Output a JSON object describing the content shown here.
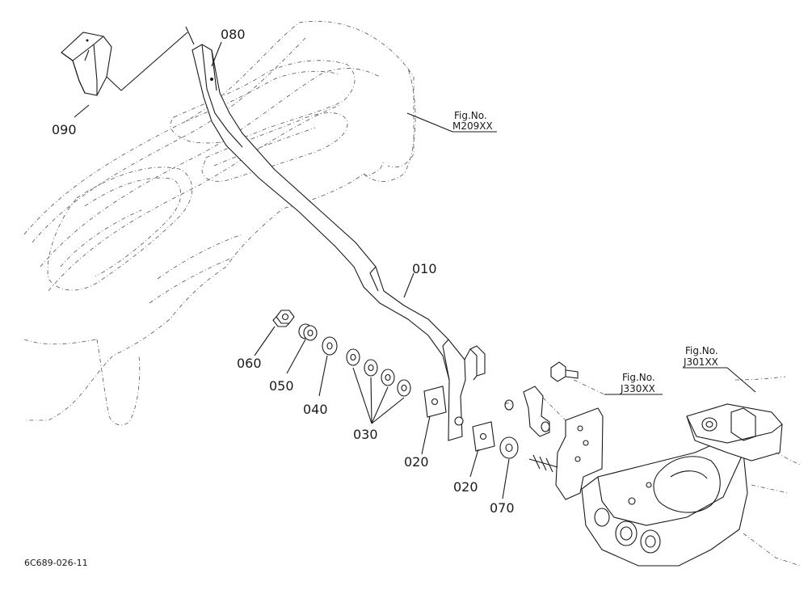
{
  "callouts": {
    "c010": "010",
    "c020a": "020",
    "c020b": "020",
    "c030": "030",
    "c040": "040",
    "c050": "050",
    "c060": "060",
    "c070": "070",
    "c080": "080",
    "c090": "090"
  },
  "fig_refs": {
    "m209": {
      "label": "Fig.No.",
      "code": "M209XX"
    },
    "j330": {
      "label": "Fig.No.",
      "code": "J330XX"
    },
    "j301": {
      "label": "Fig.No.",
      "code": "J301XX"
    }
  },
  "doc_id": "6C689-026-11"
}
